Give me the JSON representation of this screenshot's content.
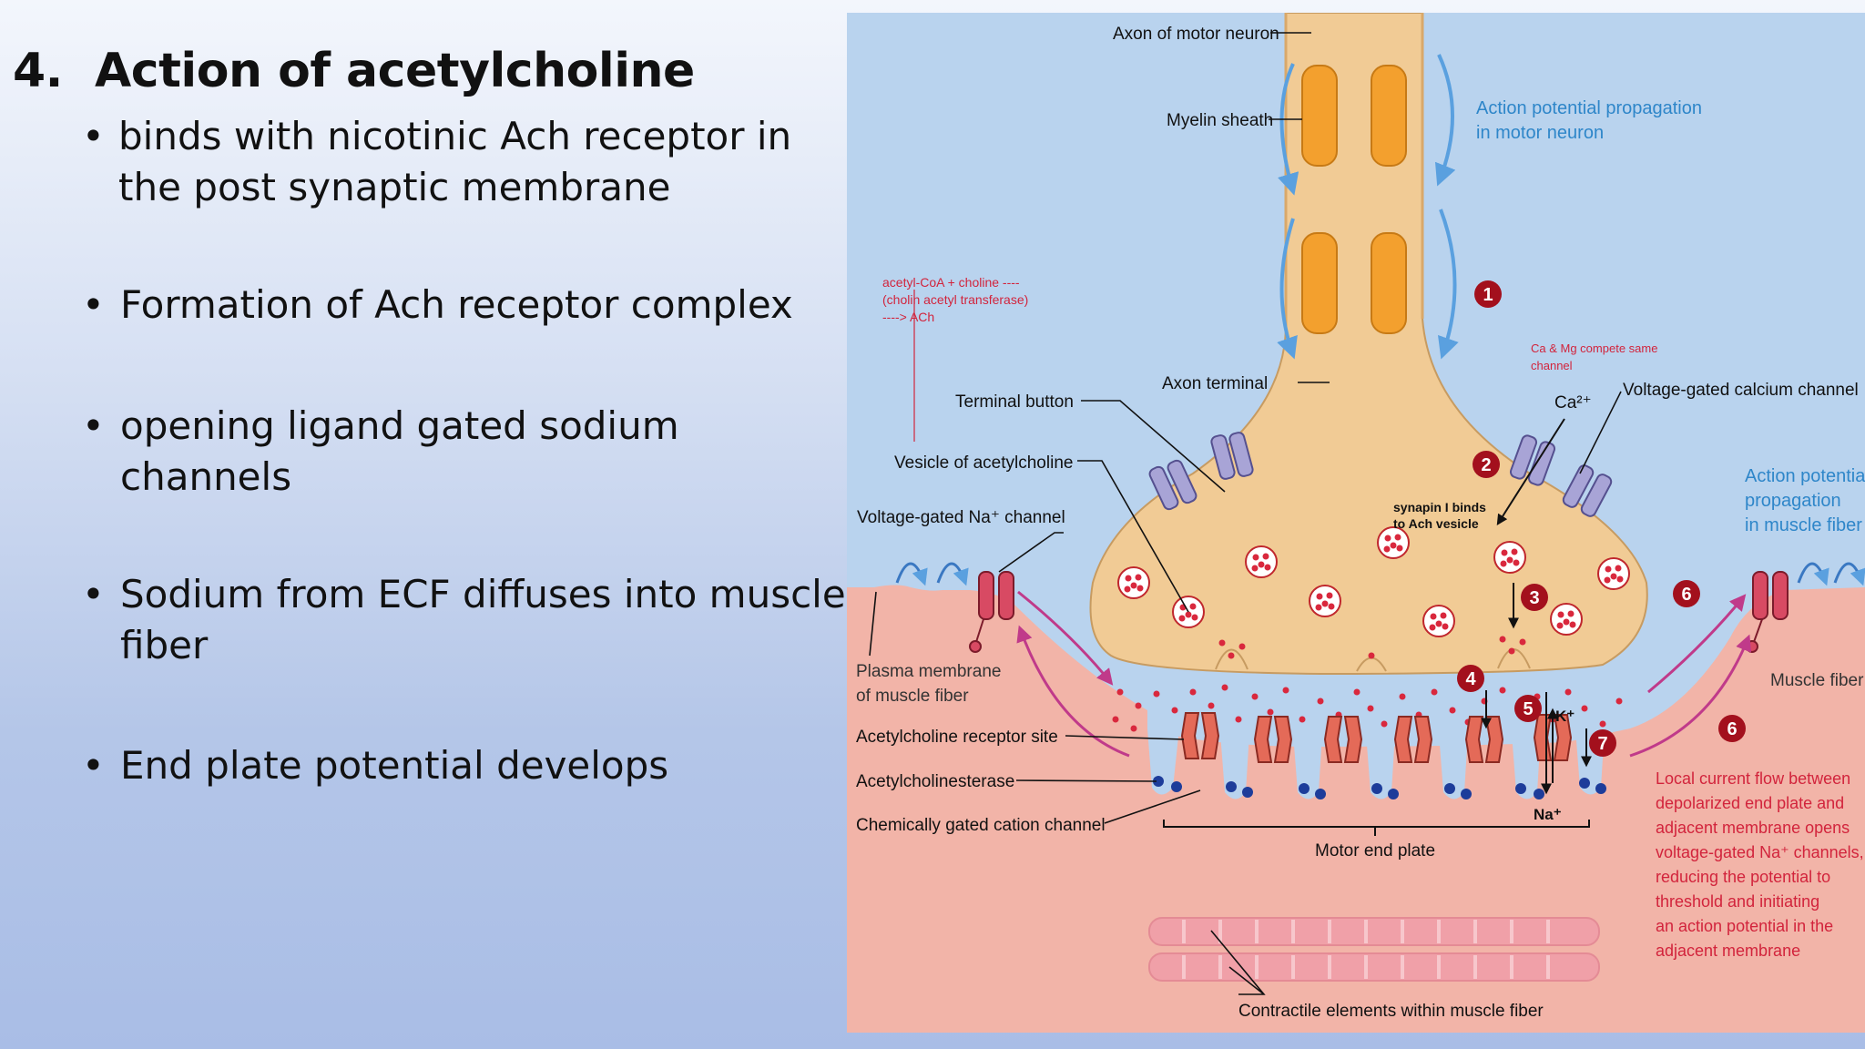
{
  "slide": {
    "heading_number": "4.",
    "heading_text": "Action of acetylcholine",
    "bullets": [
      " binds with nicotinic Ach receptor in the post synaptic membrane",
      "Formation of Ach receptor complex",
      " opening ligand gated sodium channels",
      "Sodium from ECF diffuses into muscle fiber",
      "End plate potential develops"
    ],
    "bullet_glyph": "•"
  },
  "diagram": {
    "labels": {
      "axon_motor_neuron": "Axon of motor neuron",
      "myelin_sheath": "Myelin sheath",
      "ap_motor_neuron_1": "Action potential propagation",
      "ap_motor_neuron_2": "in motor neuron",
      "synthesis_1": "acetyl-CoA + choline ----",
      "synthesis_2": "(cholin acetyl transferase)",
      "synthesis_3": "----> ACh",
      "ca_mg_1": "Ca & Mg compete same",
      "ca_mg_2": "channel",
      "axon_terminal": "Axon terminal",
      "terminal_button": "Terminal button",
      "ca_ion": "Ca²⁺",
      "vg_calcium": "Voltage-gated calcium channel",
      "vesicle_ach": "Vesicle of acetylcholine",
      "synapin_1": "synapin I binds",
      "synapin_2": "to Ach vesicle",
      "ap_muscle_1": "Action potential",
      "ap_muscle_2": "propagation",
      "ap_muscle_3": "in muscle fiber",
      "vg_na": "Voltage-gated Na⁺ channel",
      "plasma_membrane_1": "Plasma membrane",
      "plasma_membrane_2": "of muscle fiber",
      "muscle_fiber": "Muscle fiber",
      "ach_receptor_site": "Acetylcholine receptor site",
      "k_ion": "K⁺",
      "acetylcholinesterase": "Acetylcholinesterase",
      "chem_gated": "Chemically gated cation channel",
      "na_ion": "Na⁺",
      "motor_end_plate": "Motor end plate",
      "local_current_1": "Local current flow between",
      "local_current_2": "depolarized end plate and",
      "local_current_3": "adjacent membrane opens",
      "local_current_4": "voltage-gated Na⁺ channels,",
      "local_current_5": "reducing the potential to",
      "local_current_6": "threshold and initiating",
      "local_current_7": "an action potential in the",
      "local_current_8": "adjacent membrane",
      "contractile": "Contractile elements within muscle fiber"
    },
    "step_numbers": [
      "1",
      "2",
      "3",
      "4",
      "5",
      "6",
      "7",
      "6"
    ],
    "colors": {
      "ecf_blue": "#b9d3ee",
      "muscle_pink": "#f2b4a8",
      "neuron_tan": "#f1cb95",
      "myelin_orange": "#f3a02e",
      "label_blue": "#2e86c9",
      "annotation_red": "#d2243c",
      "step_dark_red": "#a3101d",
      "vesicle_red": "#d9283d",
      "enzyme_blue": "#1d3c9a"
    }
  }
}
